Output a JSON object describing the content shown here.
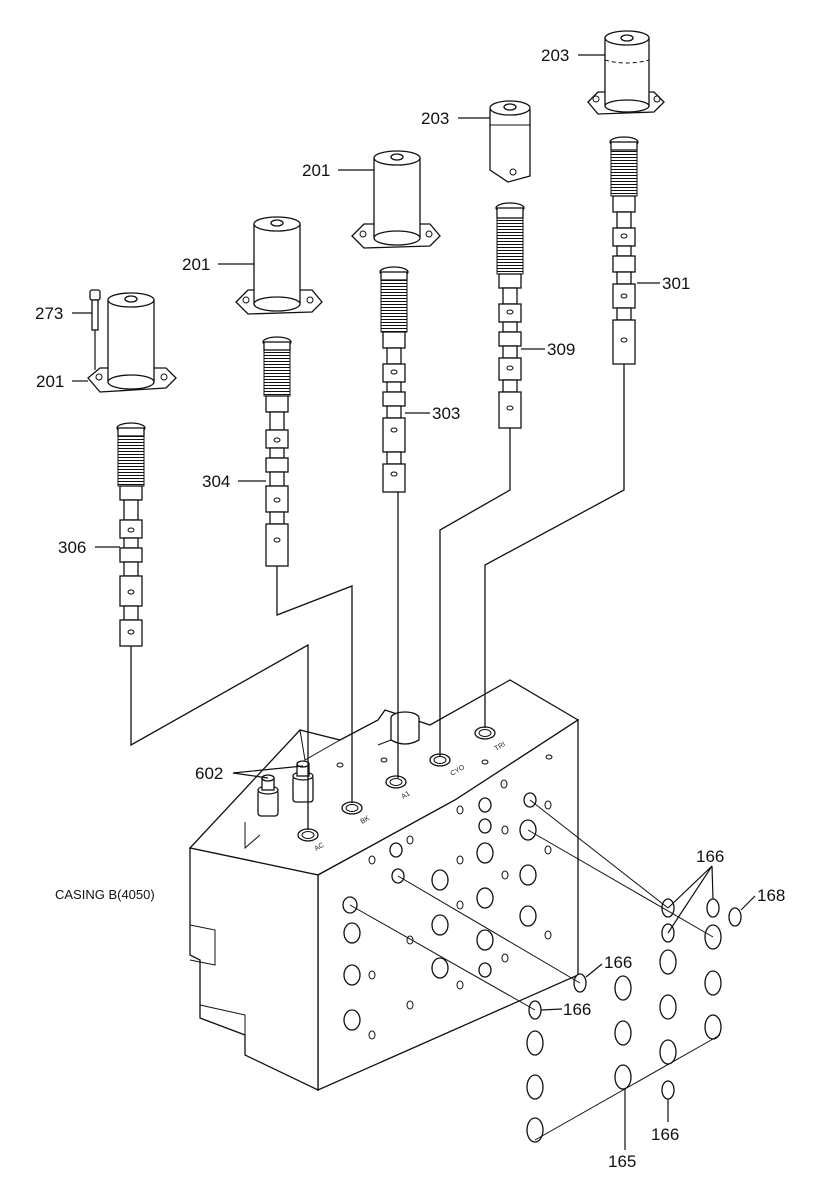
{
  "callouts": {
    "p203_top": "203",
    "p203_mid": "203",
    "p201_a": "201",
    "p201_b": "201",
    "p201_c": "201",
    "p273": "273",
    "p301": "301",
    "p309": "309",
    "p303": "303",
    "p304": "304",
    "p306": "306",
    "p602": "602",
    "p166_a": "166",
    "p168": "168",
    "p166_b": "166",
    "p166_c": "166",
    "p166_d": "166",
    "p165": "165"
  },
  "casing_label": "CASING B(4050)",
  "port_marks": {
    "ac": "AC",
    "bk": "BK",
    "a1": "A1",
    "cyo": "CYO",
    "tri": "TRI"
  }
}
